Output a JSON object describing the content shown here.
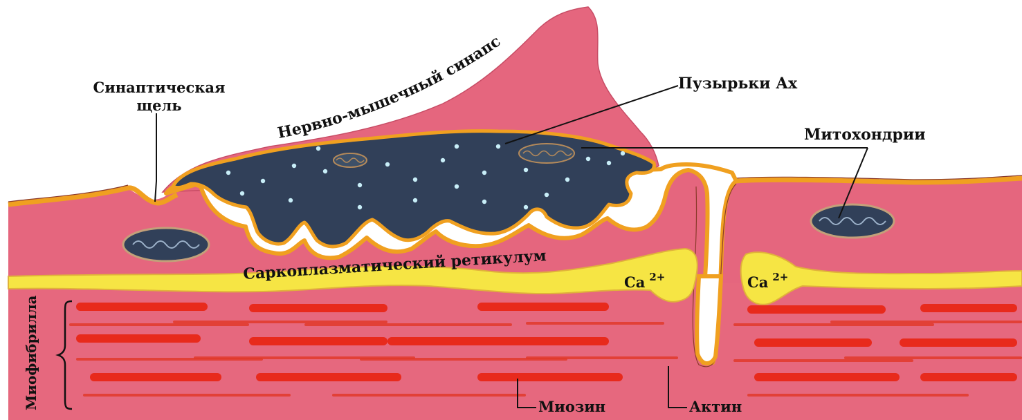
{
  "labels": {
    "synaptic_cleft": [
      "Синаптическая",
      "щель"
    ],
    "nm_synapse": "Нервно-мышечный синапс",
    "vesicles": "Пузырьки Ах",
    "mitochondria": "Митохондрии",
    "sarcoplasmic_reticulum": "Саркоплазматический ретикулум",
    "calcium": "Ca",
    "calcium_charge": "2+",
    "myofibril": "Миофибрилла",
    "myosin": "Миозин",
    "actin": "Актин"
  },
  "colors": {
    "muscle": "#e5667e",
    "muscle_dark": "#cf4d66",
    "terminal": "#314059",
    "vesicle": "#c8eef8",
    "membrane": "#f0a020",
    "reticulum": "#f6e544",
    "fibril": "#e82a1c",
    "cleft": "#ffffff"
  }
}
